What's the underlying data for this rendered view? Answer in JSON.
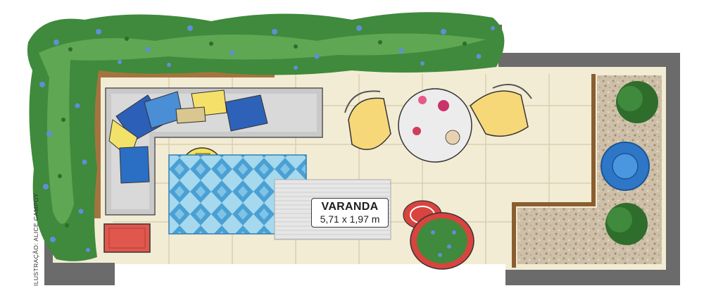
{
  "room": {
    "name": "VARANDA",
    "dimensions": "5,71 x 1,97 m"
  },
  "credit": "ILUSTRAÇÃO: ALICE CAMPOY",
  "colors": {
    "wall": "#6b6b6b",
    "floor": "#f3ecd5",
    "tile_line": "#d9cfb0",
    "planter_wood": "#a4743f",
    "sofa": "#c9c9c9",
    "foliage": "#3f8a3c",
    "flowers": "#5f8fd8",
    "gravel": "#cdbfa8",
    "rug_light": "#a6d9ee",
    "rug_dark": "#3d8fc4",
    "chair_yellow": "#f7d878",
    "table_white": "#ececec",
    "pouf_red": "#d9443f",
    "blue_pot": "#2d77c6"
  },
  "furniture": [
    "sofa",
    "cushions",
    "side-table",
    "rug",
    "dining-table",
    "chairs",
    "pouf",
    "planter-basket",
    "gravel-bed",
    "blue-pot",
    "shrubs",
    "vertical-garden"
  ]
}
